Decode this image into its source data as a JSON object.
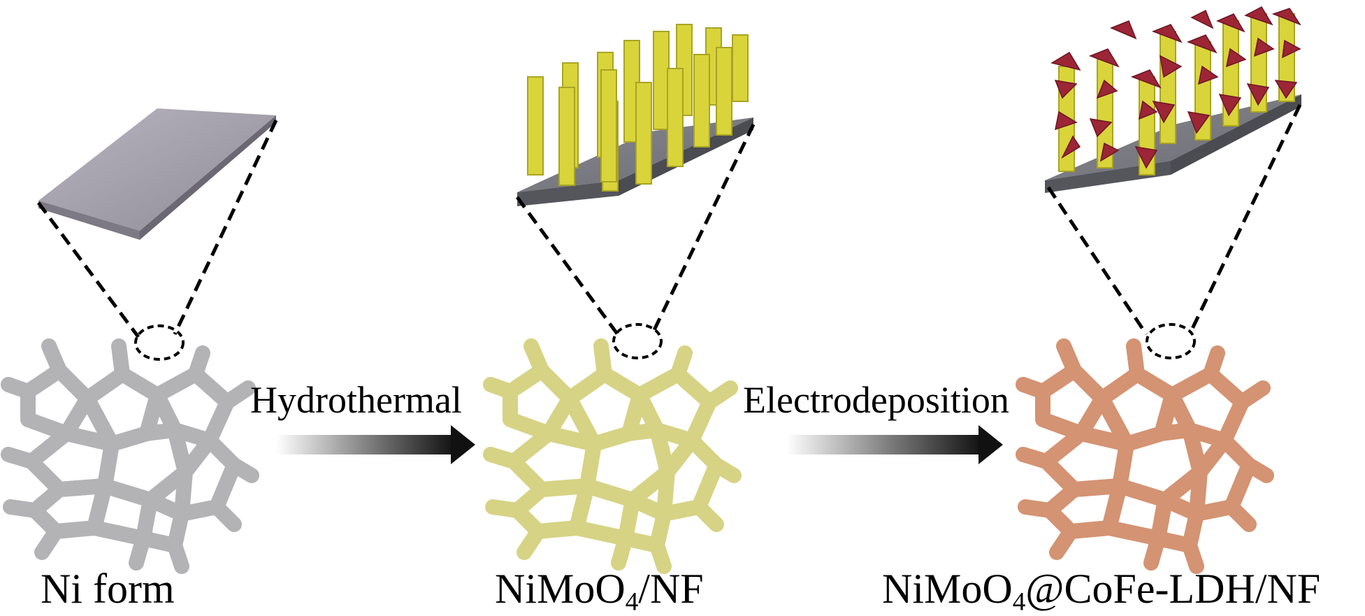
{
  "captions": {
    "ni_foam": "Ni form",
    "nimoo4_main": "NiMoO",
    "nimoo4_sub": "4",
    "nimoo4_rest": "/NF",
    "final_main": "NiMoO",
    "final_sub": "4",
    "final_rest": "@CoFe-LDH/NF"
  },
  "steps": {
    "step1": "Hydrothermal",
    "step2": "Electrodeposition"
  },
  "colors": {
    "ni_foam": "#b3b3b6",
    "nimoo4_foam": "#d6d385",
    "final_foam": "#d49373",
    "nanorod": "#d9d43a",
    "ldh_flake": "#9c2536",
    "substrate": "#6e6e74",
    "plate": "#9e9aa6",
    "arrow": "#111111"
  }
}
